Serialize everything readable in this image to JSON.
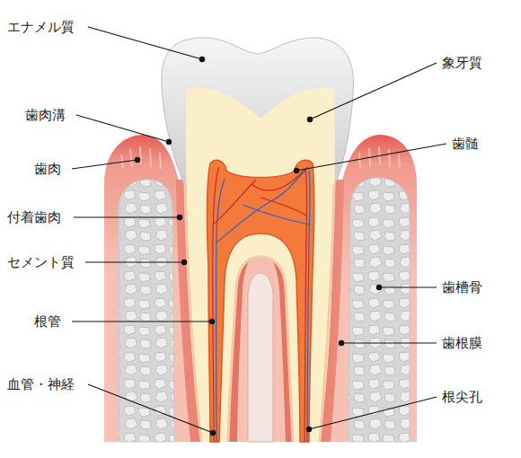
{
  "diagram": {
    "labels": [
      "エナメル質",
      "象牙質",
      "歯肉溝",
      "歯髄",
      "歯肉",
      "付着歯肉",
      "セメント質",
      "歯槽骨",
      "根管",
      "歯根膜",
      "血管・神経",
      "根尖孔"
    ]
  }
}
